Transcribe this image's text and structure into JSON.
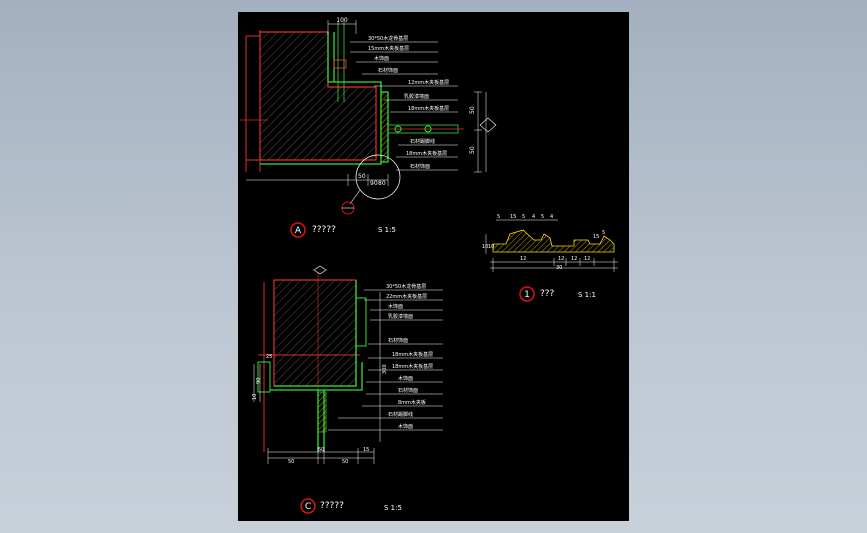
{
  "colors": {
    "background": "#b4bfcc",
    "sheet": "#000000",
    "wall_outline": "#e03030",
    "trim": "#32e032",
    "annotation": "#ffffff",
    "highlight": "#ffe000",
    "marker": "#dd1111"
  },
  "details": [
    {
      "marker": "A",
      "title": "?????",
      "scale": "S 1:5",
      "dimensions": [
        "100",
        "50",
        "50",
        "50",
        "90",
        "80"
      ],
      "callouts": [
        "30*50木龙骨基层",
        "15mm木夹板基层",
        "木饰面",
        "石材饰面",
        "12mm木夹板基层",
        "乳胶漆墙面",
        "18mm木夹板基层",
        "石材踢脚线",
        "18mm木夹板基层",
        "石材饰面"
      ]
    },
    {
      "marker": "C",
      "title": "?????",
      "scale": "S 1:5",
      "dimensions": [
        "25",
        "90",
        "10",
        "300",
        "50",
        "50",
        "50",
        "15"
      ],
      "callouts": [
        "30*50木龙骨基层",
        "22mm木夹板基层",
        "木饰面",
        "乳胶漆墙面",
        "石材饰面",
        "18mm木夹板基层",
        "18mm木夹板基层",
        "木饰面",
        "石材饰面",
        "8mm木夹板",
        "石材踢脚线",
        "木饰面"
      ]
    },
    {
      "marker": "1",
      "title": "???",
      "scale": "S 1:1",
      "dimensions": [
        "5",
        "15",
        "5",
        "4",
        "5",
        "4",
        "15",
        "5",
        "10",
        "10",
        "12",
        "12",
        "12",
        "12",
        "30"
      ]
    }
  ]
}
